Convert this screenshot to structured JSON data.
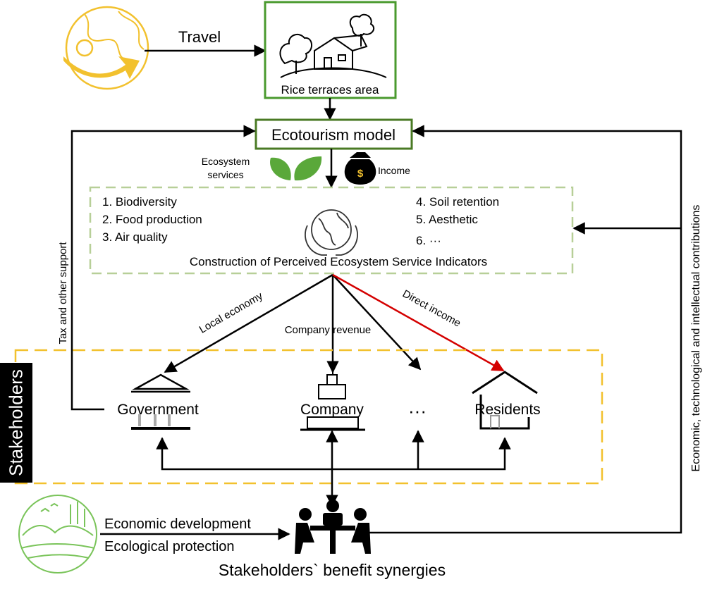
{
  "flow": {
    "travel": "Travel",
    "rice_terraces": "Rice terraces area",
    "ecotourism_model": "Ecotourism model",
    "ecosystem_services": [
      "Ecosystem",
      "services"
    ],
    "income": "Income",
    "income_bag_symbol": "$"
  },
  "indicators": {
    "title": "Construction of Perceived Ecosystem Service Indicators",
    "items": [
      {
        "label": "1. Biodiversity",
        "color": "#e00000"
      },
      {
        "label": "2. Food production",
        "color": "#00a050"
      },
      {
        "label": "3. Air quality",
        "color": "#d020c0"
      },
      {
        "label": "4. Soil retention",
        "color": "#d020c0"
      },
      {
        "label": "5. Aesthetic",
        "color": "#0070c0"
      },
      {
        "label": "6. ···",
        "color": "#000000"
      }
    ]
  },
  "flows_out": {
    "local_economy": "Local economy",
    "company_revenue": "Company revenue",
    "direct_income": "Direct income"
  },
  "stakeholders": {
    "tag": "Stakeholders",
    "government": "Government",
    "company": "Company",
    "ellipsis": "···",
    "residents": "Residents"
  },
  "feedback": {
    "tax_support": "Tax and other support",
    "contributions": "Economic, technological and intellectual contributions"
  },
  "bottom": {
    "economic_development": "Economic development",
    "ecological_protection": "Ecological protection",
    "synergies": "Stakeholders` benefit synergies"
  },
  "colors": {
    "green_box": "#4a9a2e",
    "dark_green_box": "#4a7a24",
    "indicator_border": "#b7cf98",
    "stakeholder_border": "#f2c12e",
    "red_arrow": "#d40000",
    "globe_yellow": "#f2c12e",
    "leaf_green": "#5aa83a",
    "landscape_green": "#7ac45a"
  }
}
